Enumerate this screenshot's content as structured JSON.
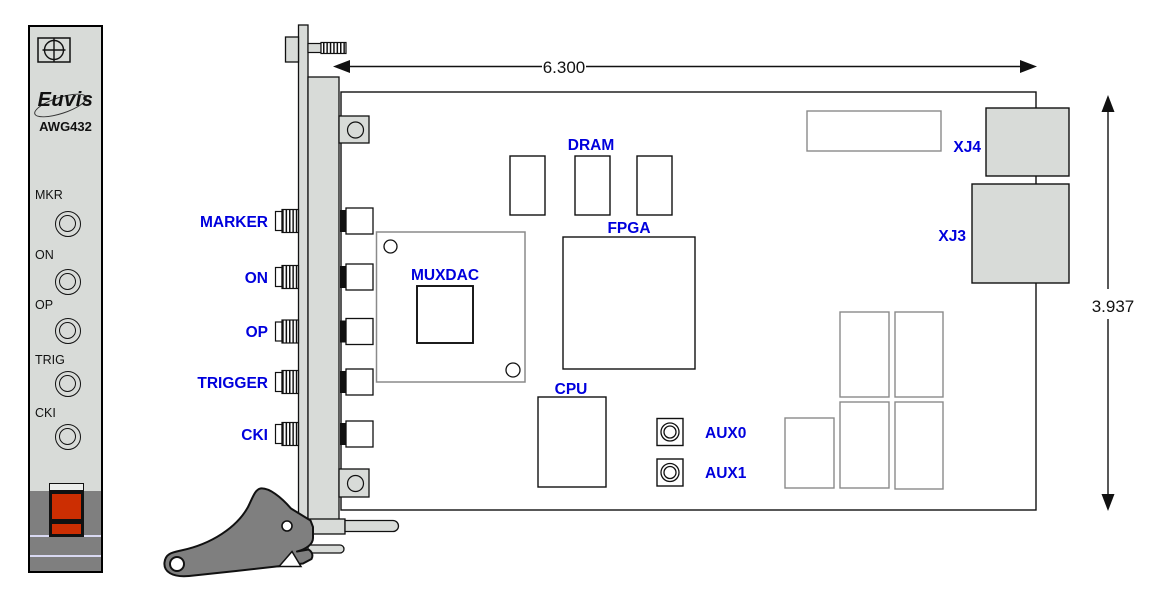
{
  "front_panel": {
    "brand": "Euvis",
    "model": "AWG432",
    "port_labels": [
      "MKR",
      "ON",
      "OP",
      "TRIG",
      "CKI"
    ]
  },
  "board": {
    "connector_labels": [
      "MARKER",
      "ON",
      "OP",
      "TRIGGER",
      "CKI"
    ],
    "component_labels": {
      "dram": "DRAM",
      "fpga": "FPGA",
      "muxdac": "MUXDAC",
      "cpu": "CPU",
      "aux0": "AUX0",
      "aux1": "AUX1",
      "xj4": "XJ4",
      "xj3": "XJ3"
    }
  },
  "dimensions": {
    "board_width": "6.300",
    "board_height": "3.937"
  },
  "colors": {
    "label_blue": "#0000dd",
    "panel_gray": "#d8dbd8",
    "dark_gray": "#7f7f7f",
    "latch_orange": "#cc2e02",
    "outline_gray": "#8a8a8a"
  }
}
